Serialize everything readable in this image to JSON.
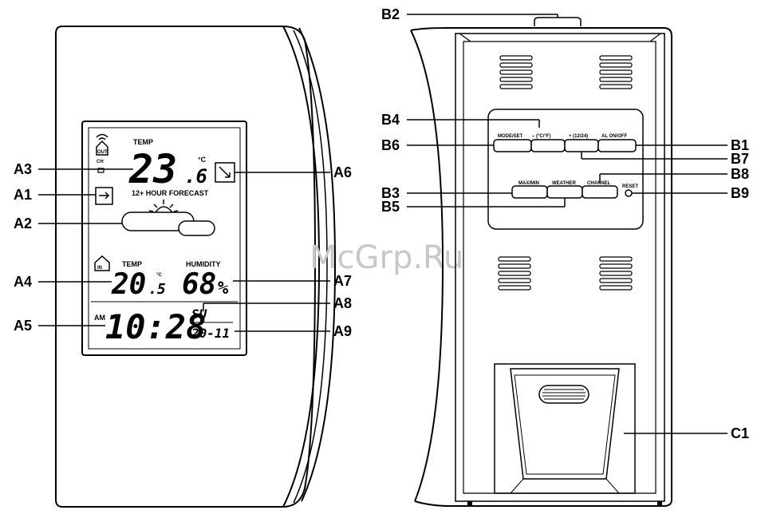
{
  "watermark": "McGrp.Ru",
  "front": {
    "callouts": {
      "a1": "A1",
      "a2": "A2",
      "a3": "A3",
      "a4": "A4",
      "a5": "A5",
      "a6": "A6",
      "a7": "A7",
      "a8": "A8",
      "a9": "A9"
    },
    "display": {
      "out_label": "OUT",
      "ch_label": "CH",
      "out_temp_label": "TEMP",
      "out_temp_main": "23",
      "out_temp_decimal": ".6",
      "out_temp_unit": "°C",
      "forecast_label": "12+ HOUR FORECAST",
      "in_label": "IN",
      "in_temp_label": "TEMP",
      "in_temp_main": "20",
      "in_temp_decimal": ".5",
      "in_temp_unit": "°C",
      "humidity_label": "HUMIDITY",
      "humidity_value": "68",
      "humidity_unit": "%",
      "ampm": "AM",
      "time": "10:28",
      "weekday": "SU",
      "date": "20-11"
    }
  },
  "back": {
    "callouts": {
      "b1": "B1",
      "b2": "B2",
      "b3": "B3",
      "b4": "B4",
      "b5": "B5",
      "b6": "B6",
      "b7": "B7",
      "b8": "B8",
      "b9": "B9",
      "c1": "C1"
    },
    "buttons": {
      "mode_set": "MODE/SET",
      "unit": "– (°C/°F)",
      "plus": "+ (12/24)",
      "alarm": "AL ON/OFF",
      "max_min": "MAX/MIN",
      "weather": "WEATHER",
      "channel": "CHANNEL",
      "reset": "RESET"
    }
  }
}
